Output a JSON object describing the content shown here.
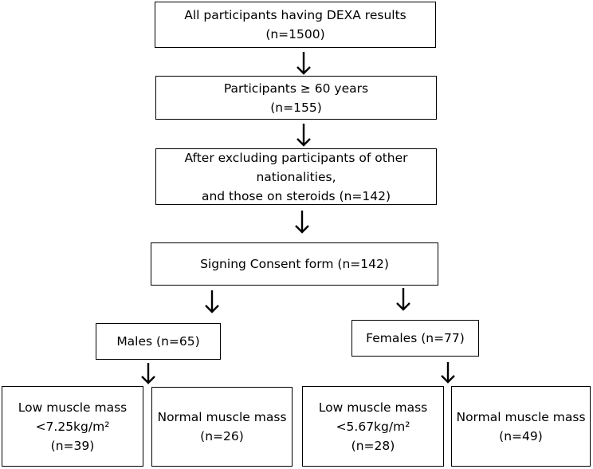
{
  "flowchart": {
    "all_participants": {
      "line1": "All participants having DEXA results",
      "line2": "(n=1500)"
    },
    "age_60": {
      "line1": "Participants ≥ 60 years",
      "line2": "(n=155)"
    },
    "excluded": {
      "line1": "After excluding participants of other nationalities,",
      "line2": "and those on steroids (n=142)"
    },
    "consent": {
      "line1": "Signing Consent form (n=142)"
    },
    "males": {
      "line1": "Males (n=65)"
    },
    "females": {
      "line1": "Females (n=77)"
    },
    "male_low": {
      "line1": "Low muscle mass",
      "line2": "<7.25kg/m²",
      "line3": "(n=39)"
    },
    "male_normal": {
      "line1": "Normal muscle mass",
      "line2": "(n=26)"
    },
    "female_low": {
      "line1": "Low muscle mass",
      "line2": "<5.67kg/m²",
      "line3": "(n=28)"
    },
    "female_normal": {
      "line1": "Normal muscle mass",
      "line2": "(n=49)"
    }
  }
}
